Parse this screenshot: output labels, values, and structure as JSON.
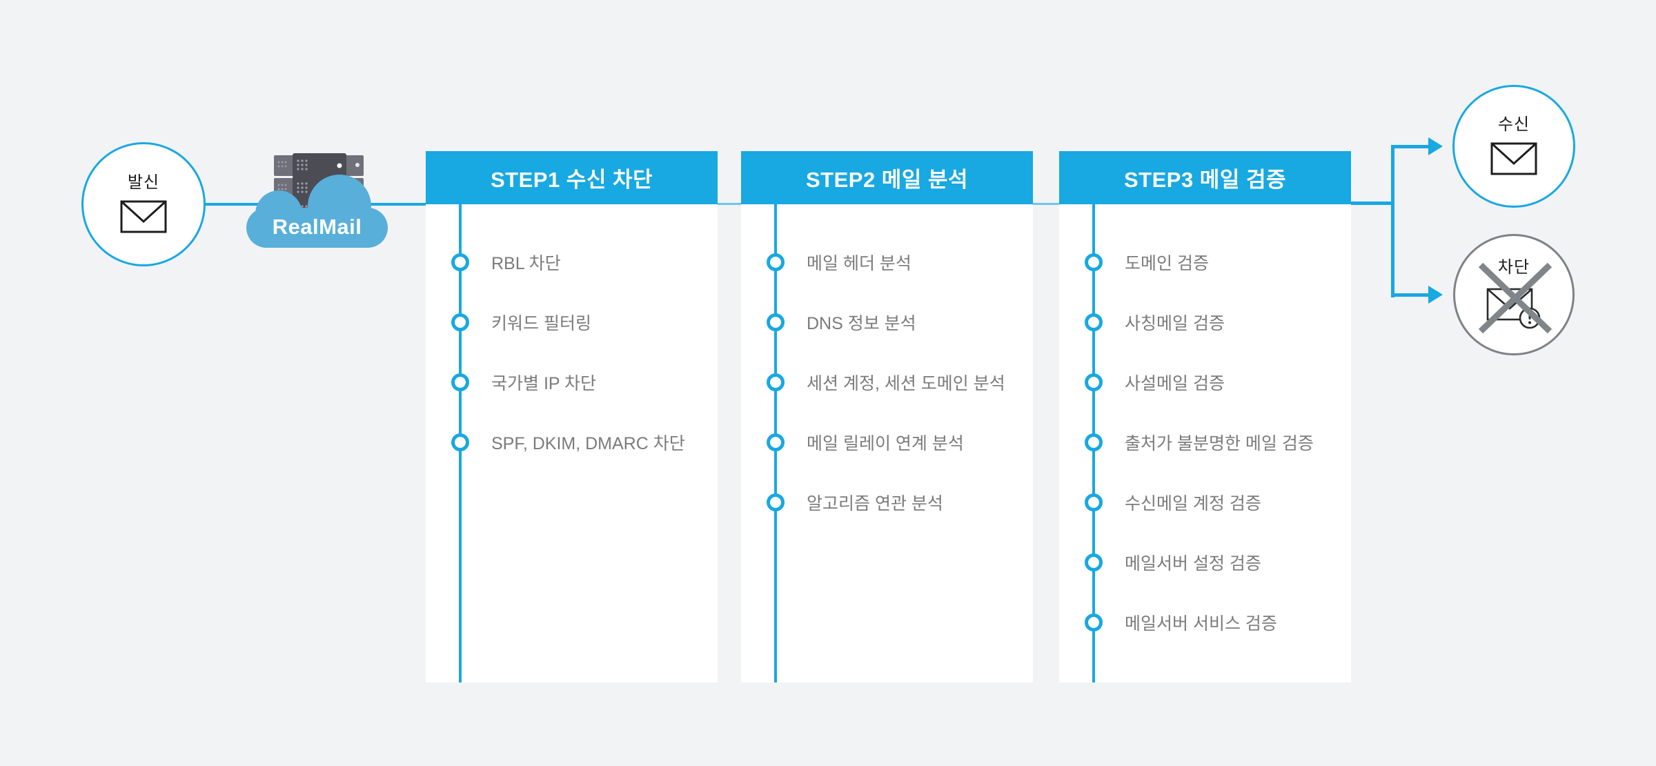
{
  "colors": {
    "accent_blue": "#18a8e2",
    "cloud_blue": "#58afda",
    "background": "#f2f3f5",
    "panel_white": "#ffffff",
    "item_text_gray": "#7b7b7b",
    "block_gray": "#7d8286"
  },
  "sender": {
    "label": "발신"
  },
  "brand": {
    "name": "RealMail"
  },
  "steps": [
    {
      "title": "STEP1 수신 차단",
      "items": [
        "RBL 차단",
        "키워드 필터링",
        "국가별 IP 차단",
        "SPF, DKIM, DMARC 차단"
      ]
    },
    {
      "title": "STEP2 메일 분석",
      "items": [
        "메일 헤더 분석",
        "DNS 정보 분석",
        "세션 계정, 세션 도메인 분석",
        "메일 릴레이 연계 분석",
        "알고리즘 연관 분석"
      ]
    },
    {
      "title": "STEP3 메일 검증",
      "items": [
        "도메인 검증",
        "사칭메일 검증",
        "사설메일 검증",
        "출처가 불분명한 메일 검증",
        "수신메일 계정 검증",
        "메일서버 설정 검증",
        "메일서버 서비스 검증"
      ]
    }
  ],
  "outcomes": [
    {
      "label": "수신",
      "type": "receive"
    },
    {
      "label": "차단",
      "type": "block"
    }
  ]
}
